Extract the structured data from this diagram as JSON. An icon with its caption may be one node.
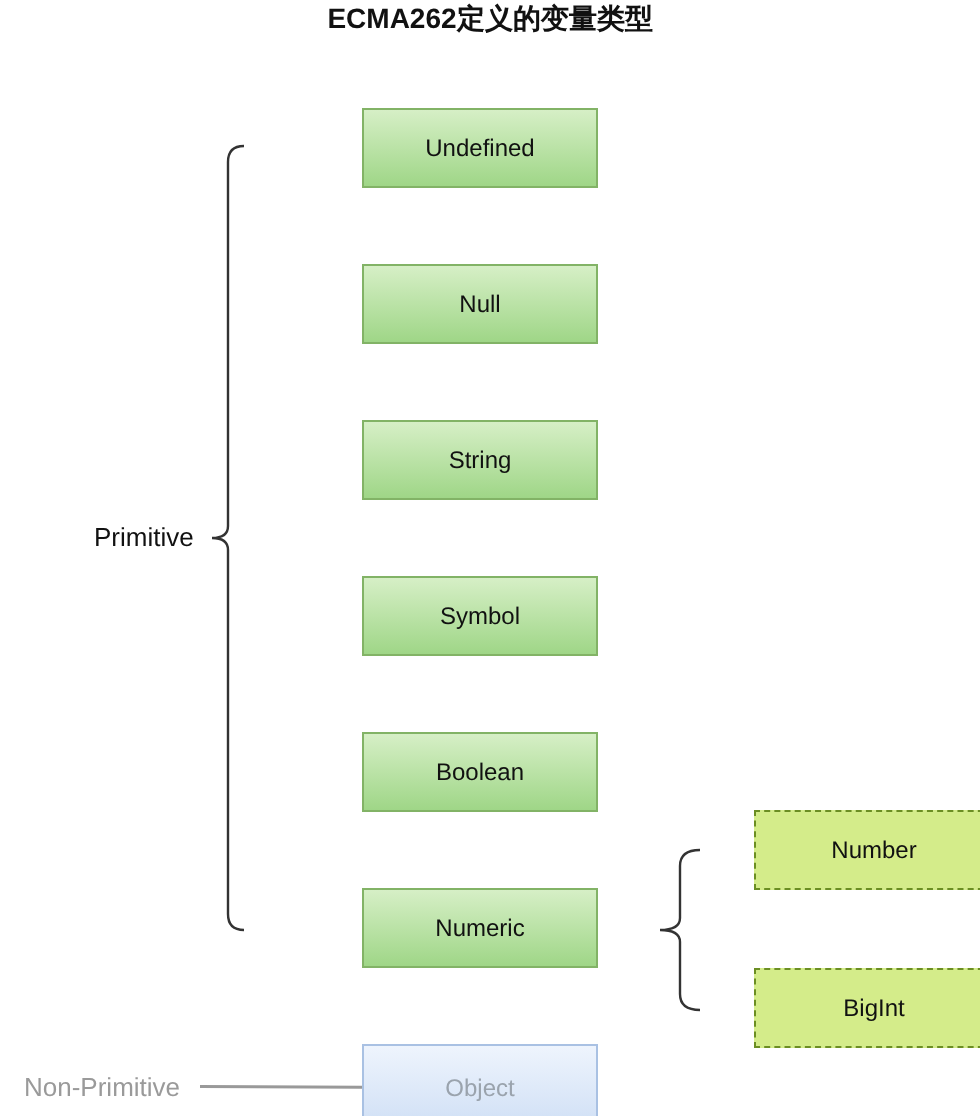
{
  "diagram": {
    "title": "ECMA262定义的变量类型",
    "nodes": [
      {
        "text": [
          "Undefined"
        ]
      },
      {
        "text": [
          "Null"
        ]
      },
      {
        "text": [
          "String"
        ]
      },
      {
        "text": [
          "Symbol"
        ]
      },
      {
        "text": [
          "Boolean"
        ]
      },
      {
        "text": [
          "Numeric"
        ]
      },
      {
        "text": [
          "Number"
        ]
      },
      {
        "text": [
          "BigInt"
        ]
      },
      {
        "text": [
          "Non-Primitive"
        ]
      },
      {
        "text": [
          "Object"
        ]
      }
    ],
    "edges": [
      {
        "from": 8,
        "to": 9,
        "arrow": "none",
        "color": "#999999"
      }
    ],
    "labels": [
      "Primitive"
    ]
  }
}
